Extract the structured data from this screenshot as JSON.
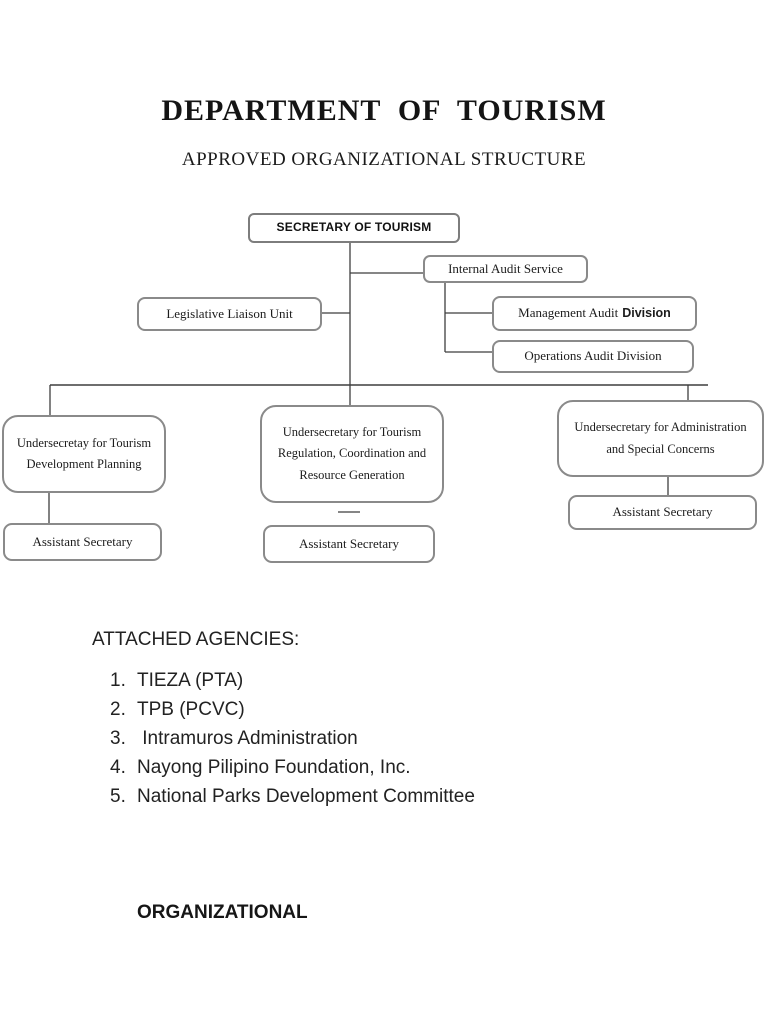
{
  "page": {
    "title": "DEPARTMENT  OF  TOURISM",
    "subtitle": "APPROVED ORGANIZATIONAL STRUCTURE"
  },
  "org_chart": {
    "boxes": {
      "secretary": {
        "label": "SECRETARY OF TOURISM"
      },
      "internal_audit": {
        "label": "Internal Audit Service"
      },
      "legislative_liaison": {
        "label": "Legislative Liaison Unit"
      },
      "management_audit": {
        "label_regular": "Management Audit",
        "label_bold": "Division"
      },
      "operations_audit": {
        "label": "Operations Audit Division"
      },
      "usec_tourism_dev": {
        "lines": [
          "Undersecretay for Tourism",
          "Development Planning"
        ]
      },
      "usec_regulation": {
        "lines": [
          "Undersecretary for Tourism",
          "Regulation, Coordination and",
          "Resource Generation"
        ]
      },
      "usec_admin": {
        "lines": [
          "Undersecretary for Administration",
          "and Special Concerns"
        ]
      },
      "assistant_secretary_left": {
        "label": "Assistant Secretary"
      },
      "assistant_secretary_middle": {
        "label": "Assistant Secretary"
      },
      "assistant_secretary_right": {
        "label": "Assistant Secretary"
      }
    }
  },
  "attached_agencies": {
    "heading": "ATTACHED AGENCIES:",
    "items": [
      {
        "num": "1.",
        "label": "TIEZA (PTA)"
      },
      {
        "num": "2.",
        "label": "TPB (PCVC)"
      },
      {
        "num": "3.",
        "label": " Intramuros Administration"
      },
      {
        "num": "4.",
        "label": "Nayong Pilipino Foundation, Inc."
      },
      {
        "num": "5.",
        "label": "National Parks Development Committee"
      }
    ]
  },
  "footer": {
    "label": "ORGANIZATIONAL"
  },
  "colors": {
    "text": "#1f1f1f",
    "box_border": "#8a8a8a",
    "connector": "#3f3f3f",
    "background": "#ffffff"
  }
}
